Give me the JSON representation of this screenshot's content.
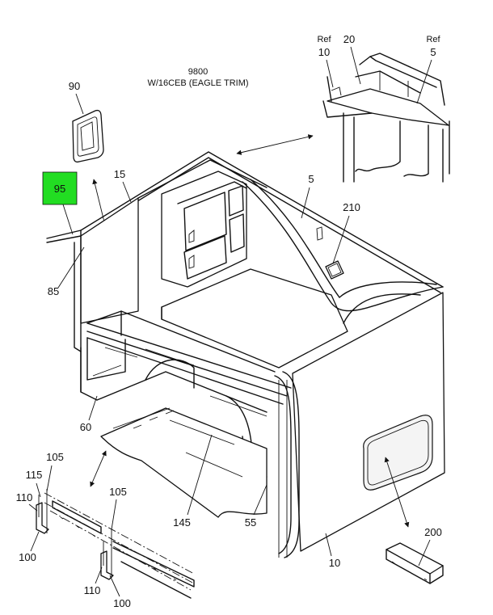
{
  "title": {
    "line1": "9800",
    "line2": "W/16CEB (EAGLE TRIM)"
  },
  "highlight_color": "#22dd22",
  "callouts": {
    "c90": "90",
    "c95": "95",
    "c15": "15",
    "c85": "85",
    "c5": "5",
    "c210": "210",
    "c60": "60",
    "c105a": "105",
    "c115": "115",
    "c110a": "110",
    "c100a": "100",
    "c105b": "105",
    "c110b": "110",
    "c100b": "100",
    "c145": "145",
    "c55": "55",
    "c10": "10",
    "c200": "200"
  },
  "detail": {
    "ref_a": "Ref",
    "ref_a_num": "10",
    "num20": "20",
    "ref_b": "Ref",
    "ref_b_num": "5"
  }
}
